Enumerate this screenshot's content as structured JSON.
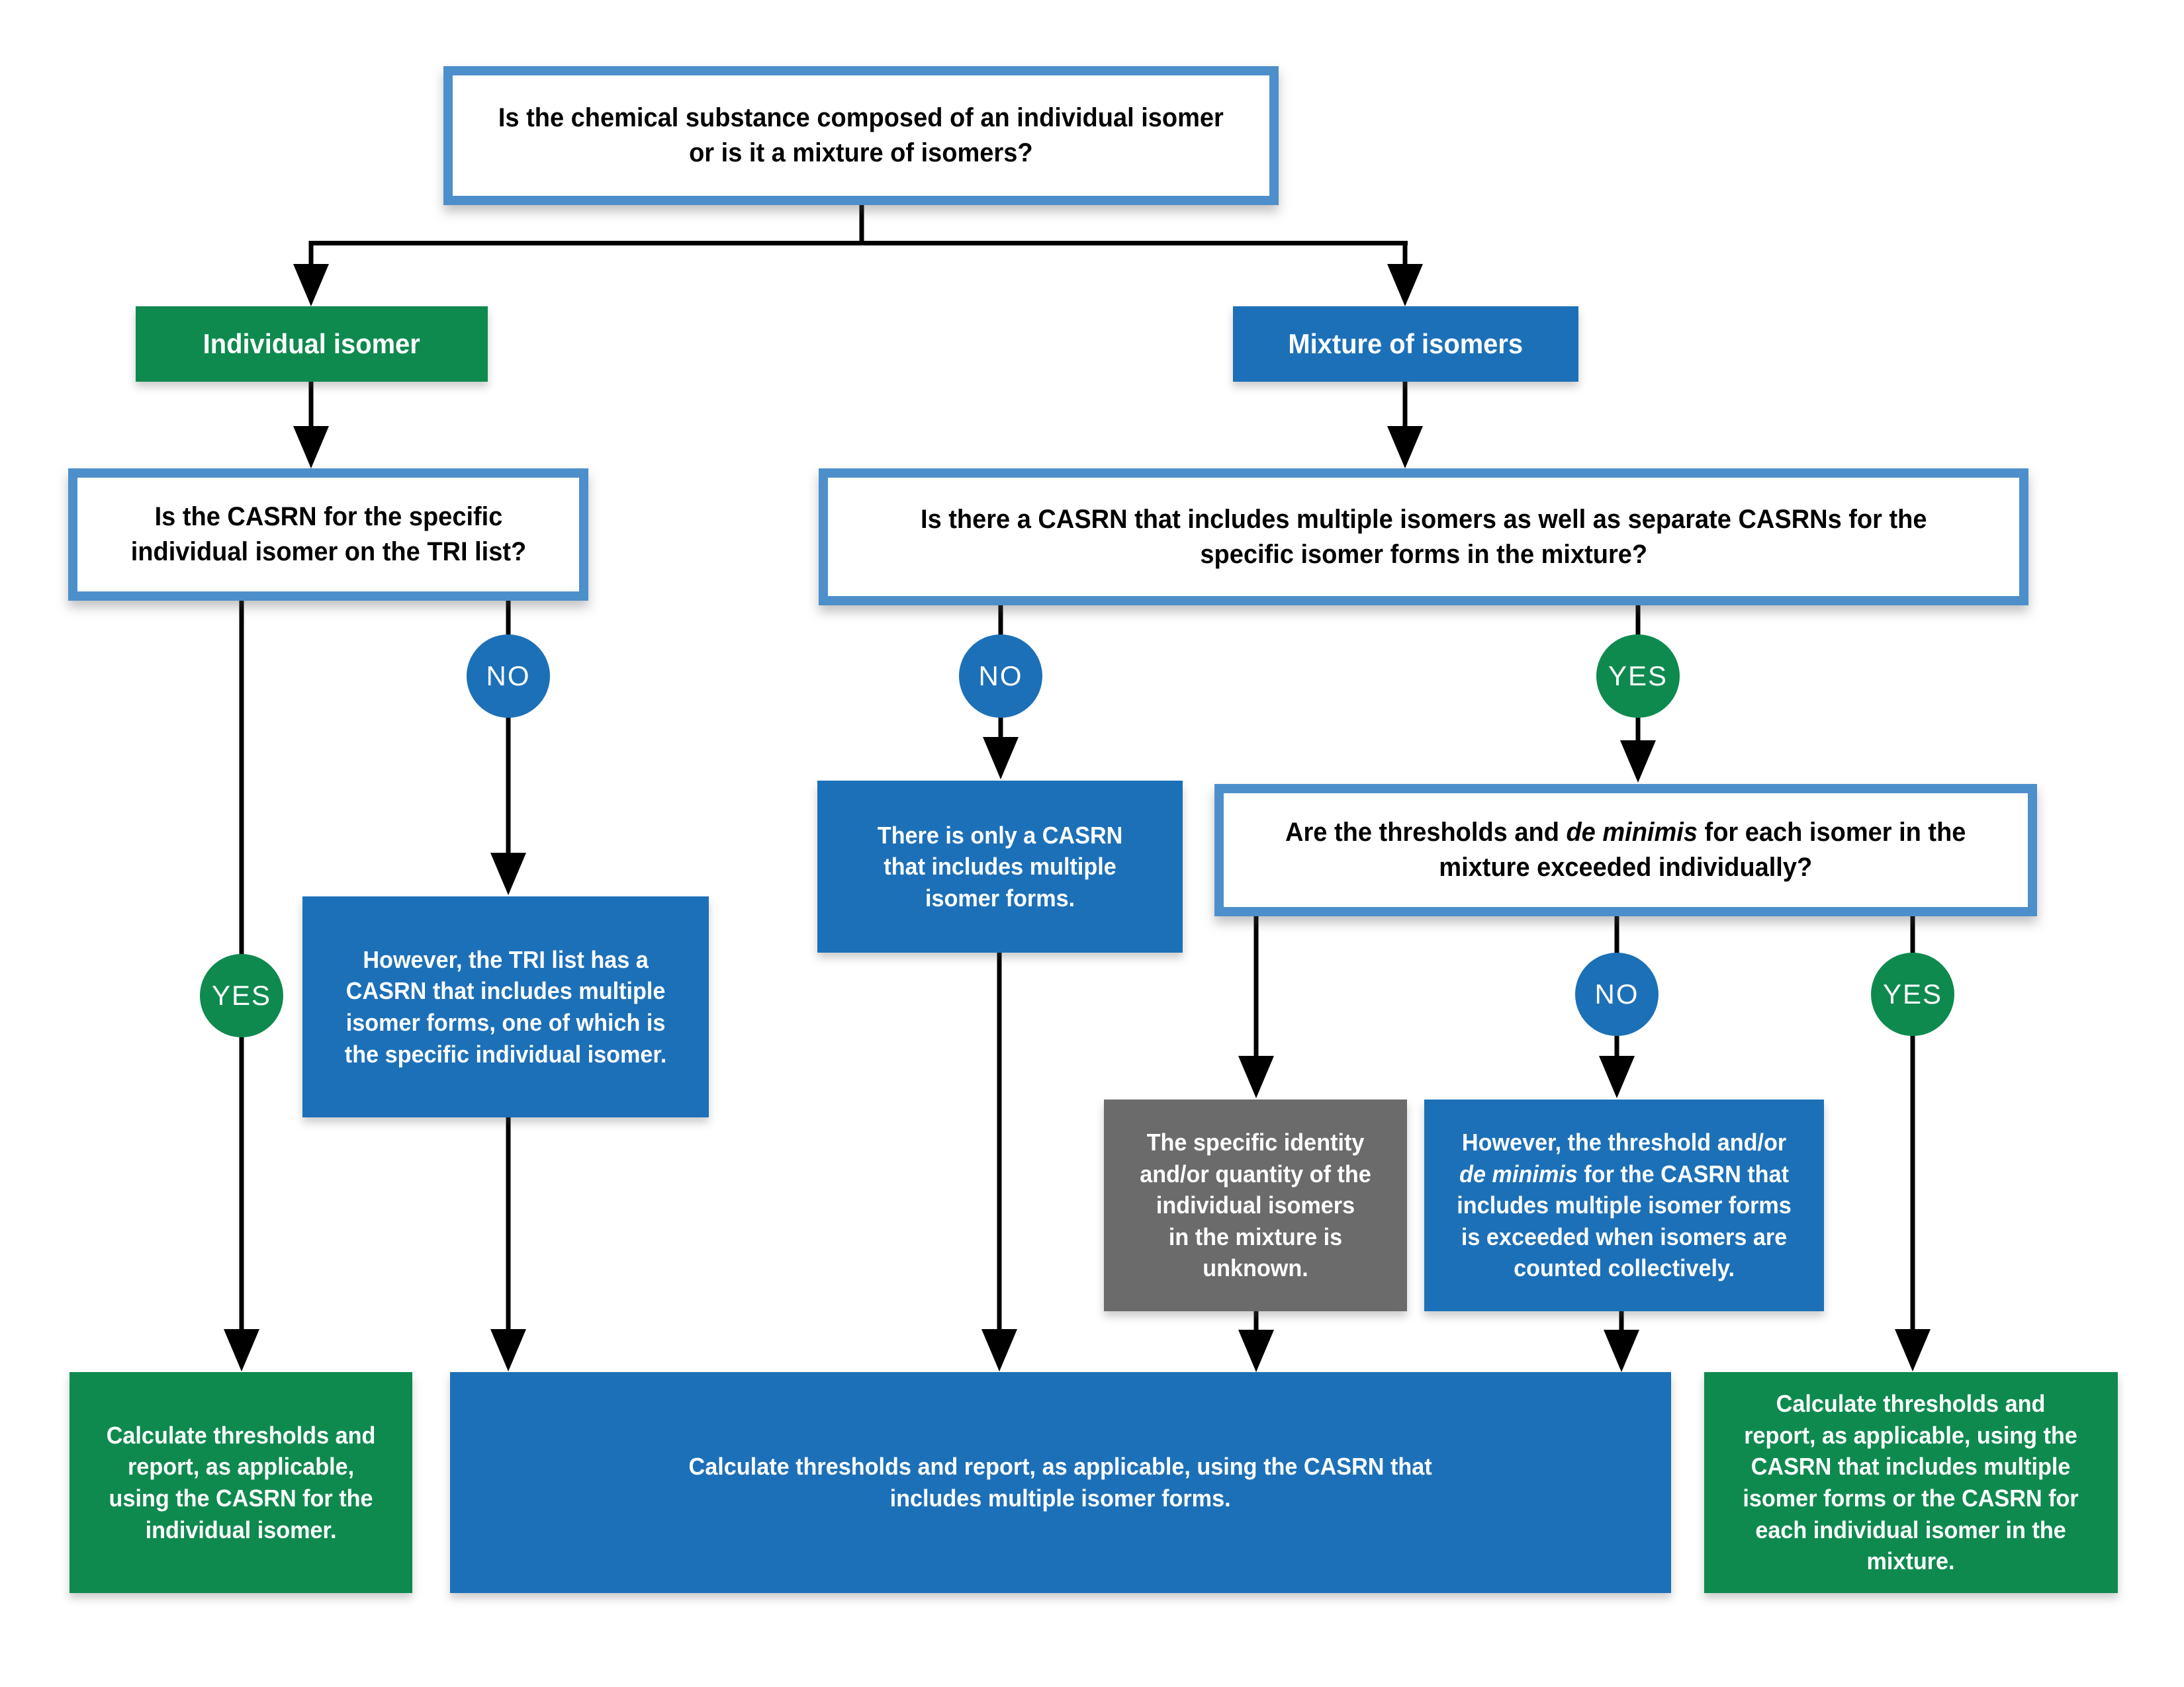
{
  "flowchart": {
    "colors": {
      "blue": "#1C70B8",
      "green": "#0E8A4F",
      "gray": "#6B6B6B",
      "question_border": "#4D8FCB",
      "line": "#000000"
    },
    "labels": {
      "yes": "YES",
      "no": "NO"
    },
    "nodes": {
      "root_question": "Is the chemical substance composed of an individual isomer\nor is it a mixture of isomers?",
      "branch_individual": "Individual isomer",
      "branch_mixture": "Mixture of isomers",
      "question_individual_casrn": "Is the CASRN for the specific\nindividual isomer on the TRI list?",
      "question_mixture_casrn": "Is there a CASRN that includes multiple isomers as well as separate CASRNs for the\nspecific isomer forms in the mixture?",
      "only_multi_casrn": "There is only a CASRN\nthat includes multiple\nisomer forms.",
      "question_thresholds": {
        "pre": "Are the thresholds and ",
        "italic": "de minimis",
        "post": " for each isomer in the\nmixture exceeded individually?"
      },
      "however_tri": "However, the TRI list has a\nCASRN that includes multiple\nisomer forms, one of which is\nthe specific individual isomer.",
      "unknown_identity": "The specific identity\nand/or quantity of the\nindividual isomers\nin the mixture is\nunknown.",
      "however_threshold": {
        "pre": "However, the threshold and/or\n",
        "italic": "de minimis",
        "post": " for the CASRN that\nincludes multiple isomer forms\nis exceeded when isomers are\ncounted collectively."
      },
      "result_individual": "Calculate thresholds and\nreport, as applicable,\nusing the CASRN for the\nindividual isomer.",
      "result_multi": "Calculate thresholds and report, as applicable, using the CASRN that\nincludes multiple isomer forms.",
      "result_either": "Calculate thresholds and\nreport, as applicable, using the\nCASRN that includes multiple\nisomer forms or the CASRN for\neach individual isomer in the\nmixture."
    }
  }
}
